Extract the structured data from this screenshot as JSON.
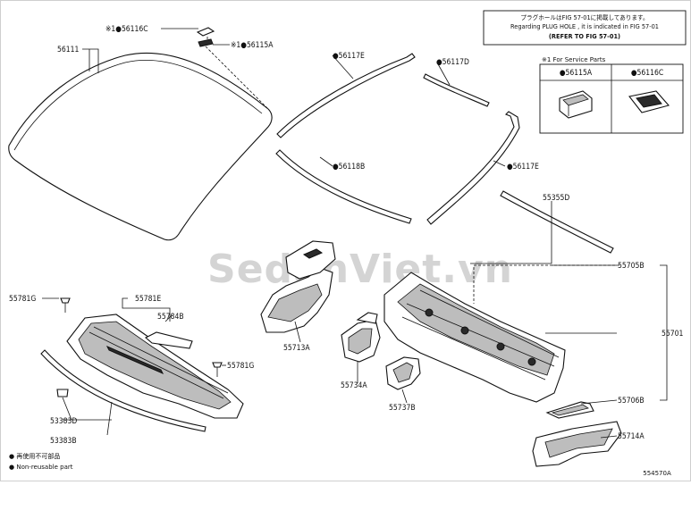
{
  "watermark": "SedanViet.vn",
  "figure_code": "554570A",
  "notice": {
    "line1": "プラグホールはFIG 57-01に掲載してあります。",
    "line2": "Regarding PLUG HOLE , it is indicated in FIG 57-01",
    "line3": "(REFER TO FIG 57-01)"
  },
  "service_parts": {
    "title": "※1 For Service Parts",
    "items": [
      "●56115A",
      "●56116C"
    ]
  },
  "legend": [
    "● 再使用不可部品",
    "● Non-reusable part"
  ],
  "labels": {
    "p56116C": "※1●56116C",
    "p56111": "56111",
    "p56115A": "※1●56115A",
    "p56117E_top": "●56117E",
    "p56117D": "●56117D",
    "p56118B": "●56118B",
    "p56117E_right": "●56117E",
    "p55355D": "55355D",
    "p55705B": "55705B",
    "p55701": "55701",
    "p55706B": "55706B",
    "p55714A": "55714A",
    "p55781G_left": "55781G",
    "p55781E": "55781E",
    "p55784B": "55784B",
    "p55781G_right": "55781G",
    "p55713A": "55713A",
    "p55734A": "55734A",
    "p55737B": "55737B",
    "p53383D": "53383D",
    "p53383B": "53383B"
  }
}
